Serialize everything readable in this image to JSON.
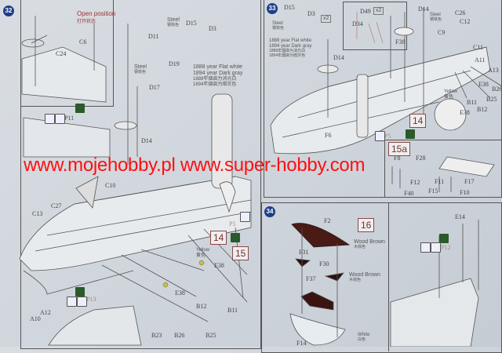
{
  "watermark": {
    "text": "www.mojehobby.pl www.super-hobby.com"
  },
  "step32": {
    "number": "32",
    "open_position": "Open position",
    "open_position_cn": "打开状态",
    "labels": [
      "C24",
      "C6",
      "P11",
      "D11",
      "D15",
      "D3",
      "D19",
      "D17",
      "D14",
      "C10",
      "C27",
      "C13",
      "A12",
      "A10",
      "E38",
      "E38",
      "B12",
      "B11",
      "B23",
      "B26",
      "B25",
      "P13",
      "P5"
    ],
    "steel_1": "Steel",
    "steel_1_cn": "钢铁色",
    "steel_2": "Steel",
    "steel_2_cn": "钢铁色",
    "color_notes": [
      "1888 year Flat white",
      "1894 year Dark gray",
      "1888年烟囱为消光白",
      "1894年烟囱为暗灰色"
    ],
    "yellow": "Yellow",
    "yellow_cn": "黄色",
    "box_14": "14",
    "box_15": "15"
  },
  "step33": {
    "number": "33",
    "labels": [
      "D15",
      "D3",
      "D49",
      "D34",
      "D14",
      "C26",
      "C12",
      "C9",
      "F38",
      "C11",
      "D14",
      "F6",
      "A11",
      "A13",
      "E38",
      "B26",
      "B25",
      "B11",
      "B12",
      "E38",
      "P5",
      "F8",
      "F28",
      "F12",
      "F40",
      "F11",
      "F17",
      "F15",
      "F10"
    ],
    "x2_a": "x2",
    "x2_b": "x2",
    "steel_a": "Steel",
    "steel_a_cn": "钢铁色",
    "steel_b": "Steel",
    "steel_b_cn": "钢铁色",
    "color_notes": [
      "1888 year Flat white",
      "1894 year Dark gray",
      "1888年烟囱为消光白",
      "1894年烟囱为暗灰色"
    ],
    "yellow": "Yellow",
    "yellow_cn": "黄色",
    "box_14": "14",
    "box_15a": "15a"
  },
  "step34": {
    "number": "34",
    "labels": [
      "F2",
      "F31",
      "F30",
      "F37",
      "F14",
      "E14",
      "P12"
    ],
    "wood_brown_1": "Wood Brown",
    "wood_brown_1_cn": "木棕色",
    "wood_brown_2": "Wood Brown",
    "wood_brown_2_cn": "木棕色",
    "white": "White",
    "white_cn": "白色",
    "box_16": "16"
  },
  "colors": {
    "watermark": "#ff1010",
    "step_badge": "#1d3e8a",
    "wood_brown": "#4a1a14",
    "yellow_part": "#c8c040"
  }
}
